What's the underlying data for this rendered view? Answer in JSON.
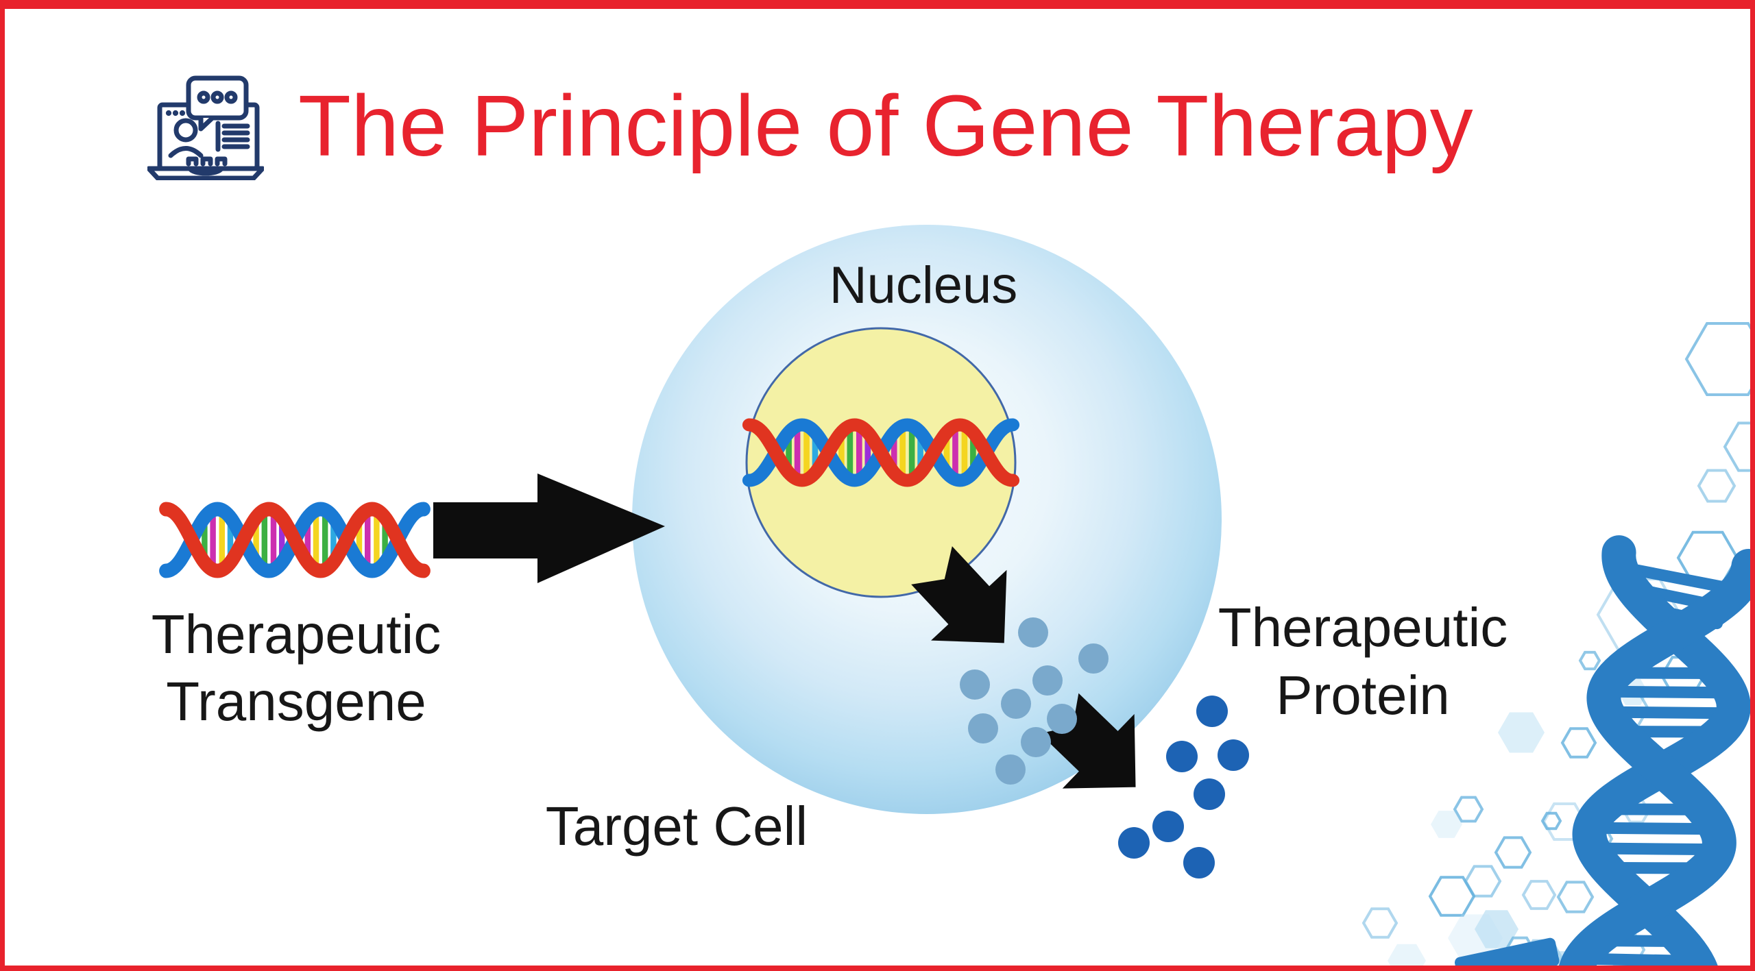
{
  "header": {
    "title": "The Principle of Gene Therapy",
    "title_icon": "webinar-laptop-icon"
  },
  "diagram": {
    "nucleus_label": "Nucleus",
    "target_cell_label": "Target Cell",
    "transgene_label_line1": "Therapeutic",
    "transgene_label_line2": "Transgene",
    "protein_label_line1": "Therapeutic",
    "protein_label_line2": "Protein"
  },
  "decorations": [
    "dna-helix-decoration",
    "hexagon-pattern"
  ],
  "colors": {
    "accent_red": "#e8232e",
    "border_red": "#e8222c",
    "icon_navy": "#223a6b",
    "label_black": "#171717",
    "arrow_black": "#0d0d0d",
    "cell_rim_blue": "#8fc4e5",
    "cell_center": "#f6fbfe",
    "nucleus_yellow": "#f4f1a5",
    "nucleus_outline": "#4268a8",
    "dna_strand_red": "#e03420",
    "dna_strand_blue": "#1a7ad4",
    "protein_dot_inside": "#7aa9cc",
    "protein_dot_outside": "#1d63b4",
    "decoration_blue": "#2b7ec4",
    "hexagon_blue": "#63b1de"
  }
}
